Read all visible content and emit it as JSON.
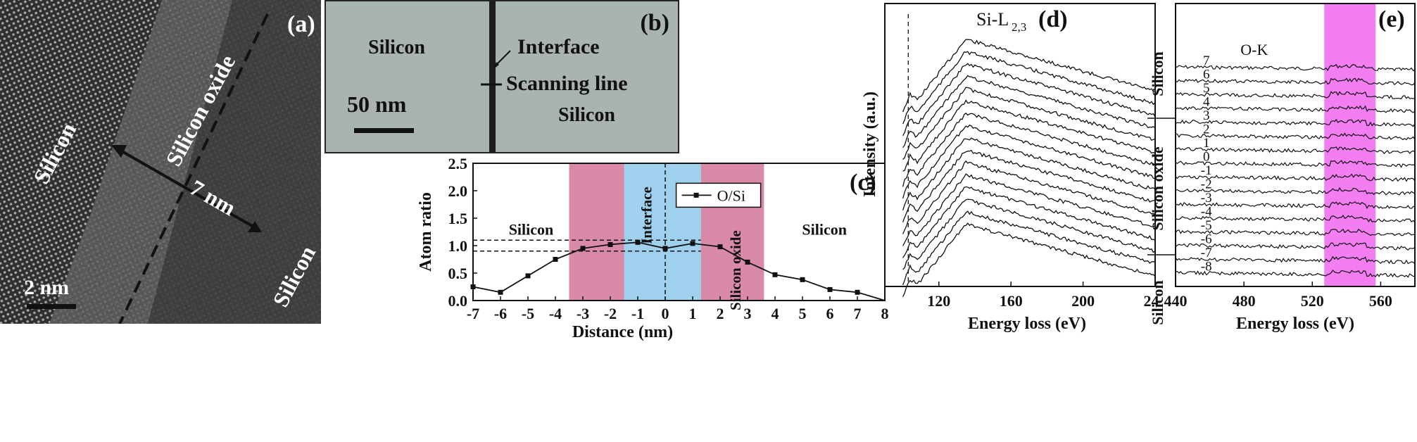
{
  "panel_a": {
    "label": "(a)",
    "region_left": "Silicon",
    "region_middle": "Silicon oxide",
    "region_right": "Silicon",
    "thickness": "7 nm",
    "scale_bar": "2 nm"
  },
  "panel_b": {
    "label": "(b)",
    "region_left": "Silicon",
    "interface": "Interface",
    "scanning_line": "Scanning line",
    "region_right": "Silicon",
    "scale_bar": "50 nm"
  },
  "chart_data": [
    {
      "panel": "(c)",
      "type": "line",
      "xlabel": "Distance (nm)",
      "ylabel": "Atom ratio",
      "xlim": [
        -7,
        8
      ],
      "ylim": [
        0,
        2.5
      ],
      "xticks": [
        "-7",
        "-6",
        "-5",
        "-4",
        "-3",
        "-2",
        "-1",
        "0",
        "1",
        "2",
        "3",
        "4",
        "5",
        "6",
        "7",
        "8"
      ],
      "yticks": [
        "0.0",
        "0.5",
        "1.0",
        "1.5",
        "2.0",
        "2.5"
      ],
      "series": [
        {
          "name": "O/Si",
          "x": [
            -7,
            -6,
            -5,
            -4,
            -3,
            -2,
            -1,
            0,
            1,
            2,
            3,
            4,
            5,
            6,
            7
          ],
          "y": [
            0.25,
            0.15,
            0.45,
            0.75,
            0.95,
            1.02,
            1.06,
            0.95,
            1.04,
            0.98,
            0.7,
            0.47,
            0.38,
            0.2,
            0.15
          ]
        }
      ],
      "shaded_regions": [
        {
          "from": -3.5,
          "to": -1.5,
          "color": "#d98aa8"
        },
        {
          "from": -1.5,
          "to": 1.3,
          "color": "#9fd0ee"
        },
        {
          "from": 1.3,
          "to": 3.6,
          "color": "#d98aa8"
        }
      ],
      "reference_lines": [
        1.1,
        0.9
      ],
      "annotations": {
        "left": "Silicon",
        "interface": "Interface",
        "oxide": "Silicon oxide",
        "right": "Silicon",
        "legend": "O/Si"
      }
    },
    {
      "panel": "(d)",
      "type": "line",
      "title": "Si-L",
      "title_sub": "2,3",
      "xlabel": "Energy loss (eV)",
      "ylabel": "Intensity (a.u.)",
      "xlim": [
        90,
        240
      ],
      "xticks": [
        "120",
        "160",
        "200",
        "240"
      ],
      "spectra_count": 16
    },
    {
      "panel": "(e)",
      "type": "line",
      "title": "O-K",
      "xlabel": "Energy loss (eV)",
      "xlim": [
        440,
        580
      ],
      "xticks": [
        "440",
        "480",
        "520",
        "560"
      ],
      "highlight": {
        "from": 527,
        "to": 557,
        "color": "#f27ef2"
      },
      "trace_labels": [
        "7",
        "6",
        "5",
        "4",
        "3",
        "2",
        "1",
        "0",
        "-1",
        "-2",
        "-3",
        "-4",
        "-5",
        "-6",
        "-7",
        "-8"
      ],
      "side_labels": [
        "Silicon",
        "Silicon oxide",
        "Silicon"
      ]
    }
  ]
}
